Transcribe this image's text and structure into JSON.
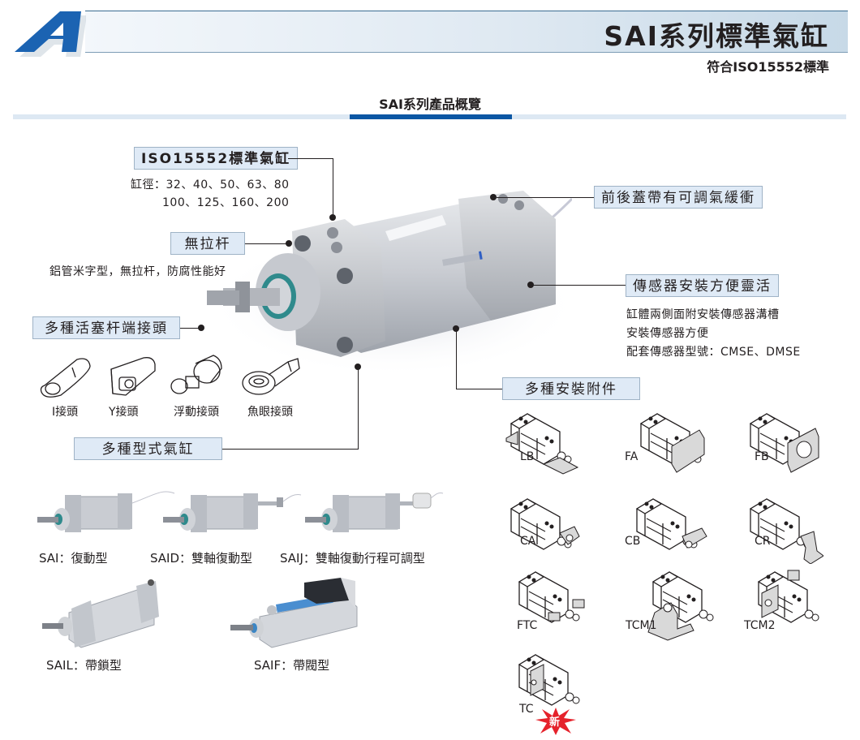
{
  "header": {
    "title": "SAI系列標準氣缸",
    "subtitle": "符合ISO15552標準",
    "logo_icon": "brand-a-logo",
    "accent_color": "#0b57a4"
  },
  "section": {
    "title": "SAI系列產品概覽"
  },
  "callouts": {
    "iso": {
      "label": "ISO15552標準氣缸",
      "bore_line1": "缸徑：32、40、50、63、80",
      "bore_line2": "100、125、160、200"
    },
    "no_tie_rod": {
      "label": "無拉杆",
      "desc": "鋁管米字型，無拉杆，防腐性能好"
    },
    "rod_end": {
      "label": "多種活塞杆端接頭",
      "joints": [
        "I接頭",
        "Y接頭",
        "浮動接頭",
        "魚眼接頭"
      ]
    },
    "variants": {
      "label": "多種型式氣缸"
    },
    "cushion": {
      "label": "前後蓋帶有可調氣緩衝"
    },
    "sensor": {
      "label": "傳感器安裝方便靈活",
      "desc_lines": [
        "缸體兩側面附安裝傳感器溝槽",
        "安裝傳感器方便",
        "配套傳感器型號：CMSE、DMSE"
      ]
    },
    "accessories": {
      "label": "多種安裝附件"
    }
  },
  "variants": [
    {
      "caption": "SAI：復動型"
    },
    {
      "caption": "SAID：雙軸復動型"
    },
    {
      "caption": "SAIJ：雙軸復動行程可調型"
    },
    {
      "caption": "SAIL：帶鎖型"
    },
    {
      "caption": "SAIF：帶閥型"
    }
  ],
  "accessories": [
    {
      "code": "LB"
    },
    {
      "code": "FA"
    },
    {
      "code": "FB"
    },
    {
      "code": "CA"
    },
    {
      "code": "CB"
    },
    {
      "code": "CR"
    },
    {
      "code": "FTC"
    },
    {
      "code": "TCM1"
    },
    {
      "code": "TCM2"
    },
    {
      "code": "TC",
      "badge": "新"
    }
  ]
}
